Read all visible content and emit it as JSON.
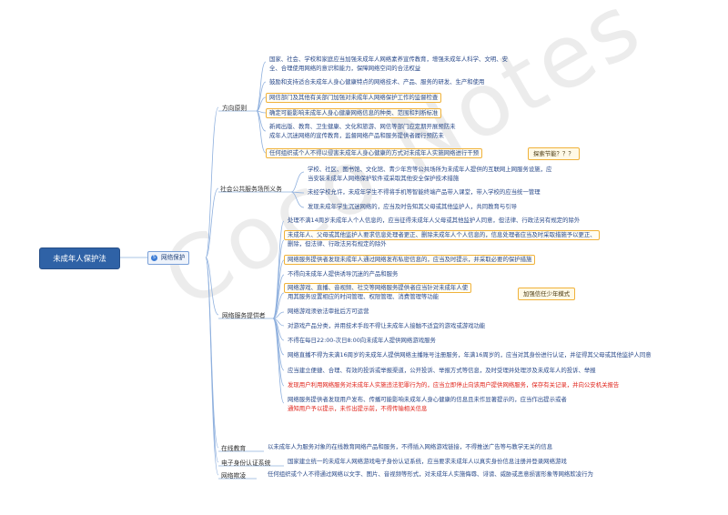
{
  "root": "未成年人保护法",
  "sub": {
    "num": "5",
    "label": "网络保护"
  },
  "watermark": "Coco Notes",
  "branches": {
    "fang": "方向原则",
    "shehui": "社会公共服务场所义务",
    "wangluo": "网络服务提供者",
    "pingtai": "在线教育",
    "dianzi": "电子身份认证系统",
    "qiling": "网络欺凌"
  },
  "fang_items": [
    "国家、社会、学校和家庭应当加强未成年人网络素养宣传教育，增强未成年人科学、文明、安",
    "全、合理使用网络的意识和能力，保障网络空间的合法权益",
    "鼓励和支持适合未成年人身心健康特点的网络技术、产品、服务的研发、生产和使用",
    "网信部门及其他有关部门加强对未成年人网络保护工作的监督检查",
    "确定可能影响未成年人身心健康网络信息的种类、范围和判断标准",
    "新闻出版、教育、卫生健康、文化和旅游、网信等部门应定期开展预防未",
    "成年人沉迷网络的宣传教育，监督网络产品和服务提供者履行预防未",
    "任何组织或个人不得以侵害未成年人身心健康的方式对未成年人实施网络进行干预"
  ],
  "call1": "探索节能？？？",
  "call2": "加强信任少年模式",
  "shehui_items": [
    "学校、社区、图书馆、文化馆、青少年宫等公共场所为未成年人提供的互联网上网服务设施，应",
    "当安装未成年人网络保护软件或采取其他安全保护技术措施",
    "未经学校允许，未成年学生不得将手机等智能终端产品带入课堂，带入学校的应当统一管理",
    "发现未成年学生沉迷网络的，应当及时告知其父母或其他监护人，共同教育与引导"
  ],
  "wangluo_top": "处理不满14周岁未成年人个人信息的，应当征得未成年人父母或其他监护人同意，但法律、行政法另有规定的除外",
  "wangluo_items": [
    "未成年人、父母或其他监护人要求信息处理者更正、删除未成年人个人信息的，信息处理者应当及时采取措施予以更正、",
    "删除，但法律、行政法另有规定的除外",
    "网络服务提供者发现未成年人通过网络发布私密信息的，应当及时提示，并采取必要的保护措施",
    "不得向未成年人提供诱导沉迷的产品和服务",
    "网络游戏、直播、音视频、社交等网络服务提供者应当针对未成年人使",
    "用其服务设置相应的时间管理、权限管理、消费管理等功能",
    "网络游戏须依法审批后方可运营",
    "对游戏产品分类，并用技术手段不得让未成年人接触不适宜的游戏或游戏功能",
    "不得在每日22:00-次日8:00向未成年人提供网络游戏服务",
    "网络直播不得为未满16周岁的未成年人提供网络主播账号注册服务，年满16周岁的，应当对其身份进行认证，并征得其父母或其他监护人同意",
    "应当建立便捷、合理、有效的投诉或举报渠道，公开投诉、举报方式等信息，及时受理并处理涉及未成年人的投诉、举报",
    "发现用户利用网络服务对未成年人实施违法犯罪行为的，应当立即停止向该用户提供网络服务，保存有关记录，并向公安机关报告",
    "网络服务提供者发现用户发布、传播可能影响未成年人身心健康的信息且未作显著提示的，应当作出提示或者",
    "通知用户予以提示，未作出提示前，不得传输相关信息"
  ],
  "pingtai_text": "以未成年人为服务对象的在线教育网络产品和服务，不得插入网络游戏链接，不得推送广告等与教学无关的信息",
  "dianzi_text": "国家建立统一的未成年人网络游戏电子身份认证系统，应当要求未成年人以真实身份信息注册并登录网络游戏",
  "qiling_text": "任何组织或个人不得通过网络以文字、图片、音视频等形式，对未成年人实施侮辱、诽谤、威胁或恶意损害形象等网络欺凌行为"
}
